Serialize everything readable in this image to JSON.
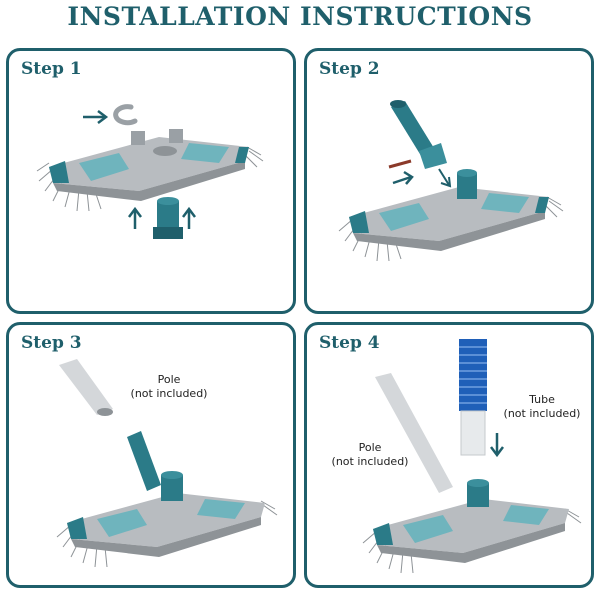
{
  "header": {
    "title": "INSTALLATION INSTRUCTIONS"
  },
  "steps": [
    {
      "label": "Step 1"
    },
    {
      "label": "Step 2"
    },
    {
      "label": "Step 3",
      "pole_note_1": "Pole",
      "pole_note_2": "(not included)"
    },
    {
      "label": "Step 4",
      "pole_note_1": "Pole",
      "pole_note_2": "(not included)",
      "tube_note_1": "Tube",
      "tube_note_2": "(not included)"
    }
  ],
  "colors": {
    "accent": "#1f5f6b",
    "teal": "#2b7b88",
    "body_gray": "#a9adb2",
    "hose_blue": "#1f5fb8"
  }
}
